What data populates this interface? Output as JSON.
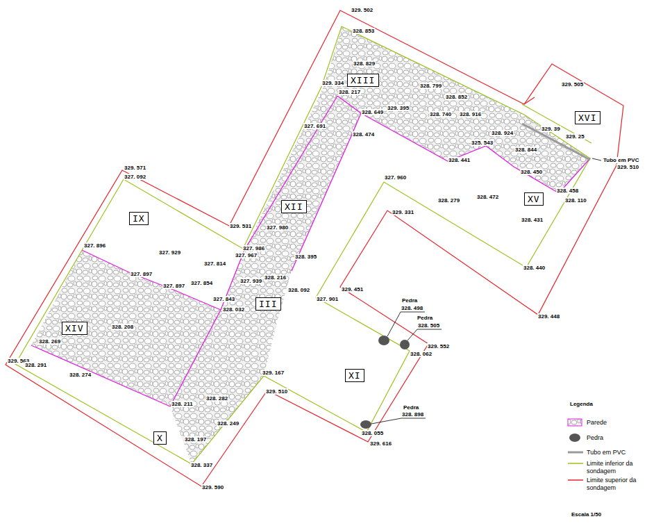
{
  "diagram": {
    "nodes": [
      {
        "text": [
          "XIII"
        ]
      },
      {
        "text": [
          "XVI"
        ]
      },
      {
        "text": [
          "XV"
        ]
      },
      {
        "text": [
          "XII"
        ]
      },
      {
        "text": [
          "IX"
        ]
      },
      {
        "text": [
          "III"
        ]
      },
      {
        "text": [
          "XIV"
        ]
      },
      {
        "text": [
          "XI"
        ]
      },
      {
        "text": [
          "X"
        ]
      }
    ],
    "labels": [
      "329. 502",
      "328. 853",
      "328. 829",
      "329. 334",
      "328. 217",
      "328. 799",
      "328. 852",
      "329. 395",
      "328. 649",
      "328. 740",
      "328. 916",
      "327. 691",
      "328. 474",
      "329. 505",
      "329. 39",
      "328. 924",
      "329. 25",
      "325. 543",
      "328. 844",
      "Tubo em PVC",
      "328. 441",
      "329. 510",
      "328. 450",
      "327. 960",
      "328. 458",
      "328. 472",
      "328. 279",
      "328. 110",
      "329. 331",
      "328. 431",
      "329. 571",
      "327. 092",
      "329. 531",
      "327. 980",
      "327. 896",
      "327. 986",
      "327. 929",
      "327. 967",
      "328. 395",
      "327. 814",
      "328. 440",
      "327. 897",
      "328. 216",
      "327. 939",
      "327. 854",
      "327. 897",
      "328. 092",
      "329. 451",
      "327. 843",
      "327. 901",
      "Pedra",
      "328. 498",
      "328. 032",
      "329. 448",
      "Pedra",
      "328. 505",
      "328. 208",
      "328. 269",
      "329. 552",
      "328. 062",
      "329. 563",
      "328. 291",
      "329. 167",
      "328. 274",
      "329. 510",
      "328. 282",
      "328. 211",
      "Pedra",
      "328. 898",
      "328. 249",
      "328. 055",
      "328. 197",
      "329. 616",
      "328. 337",
      "329. 590",
      "Legenda",
      "Escala 1/50"
    ],
    "legend": [
      {
        "text": "Parede"
      },
      {
        "text": "Pedra"
      },
      {
        "text": "Tubo em PVC"
      },
      {
        "text": "Limite inferior da sondagem"
      },
      {
        "text": "Limite superior da sondagem"
      }
    ]
  }
}
